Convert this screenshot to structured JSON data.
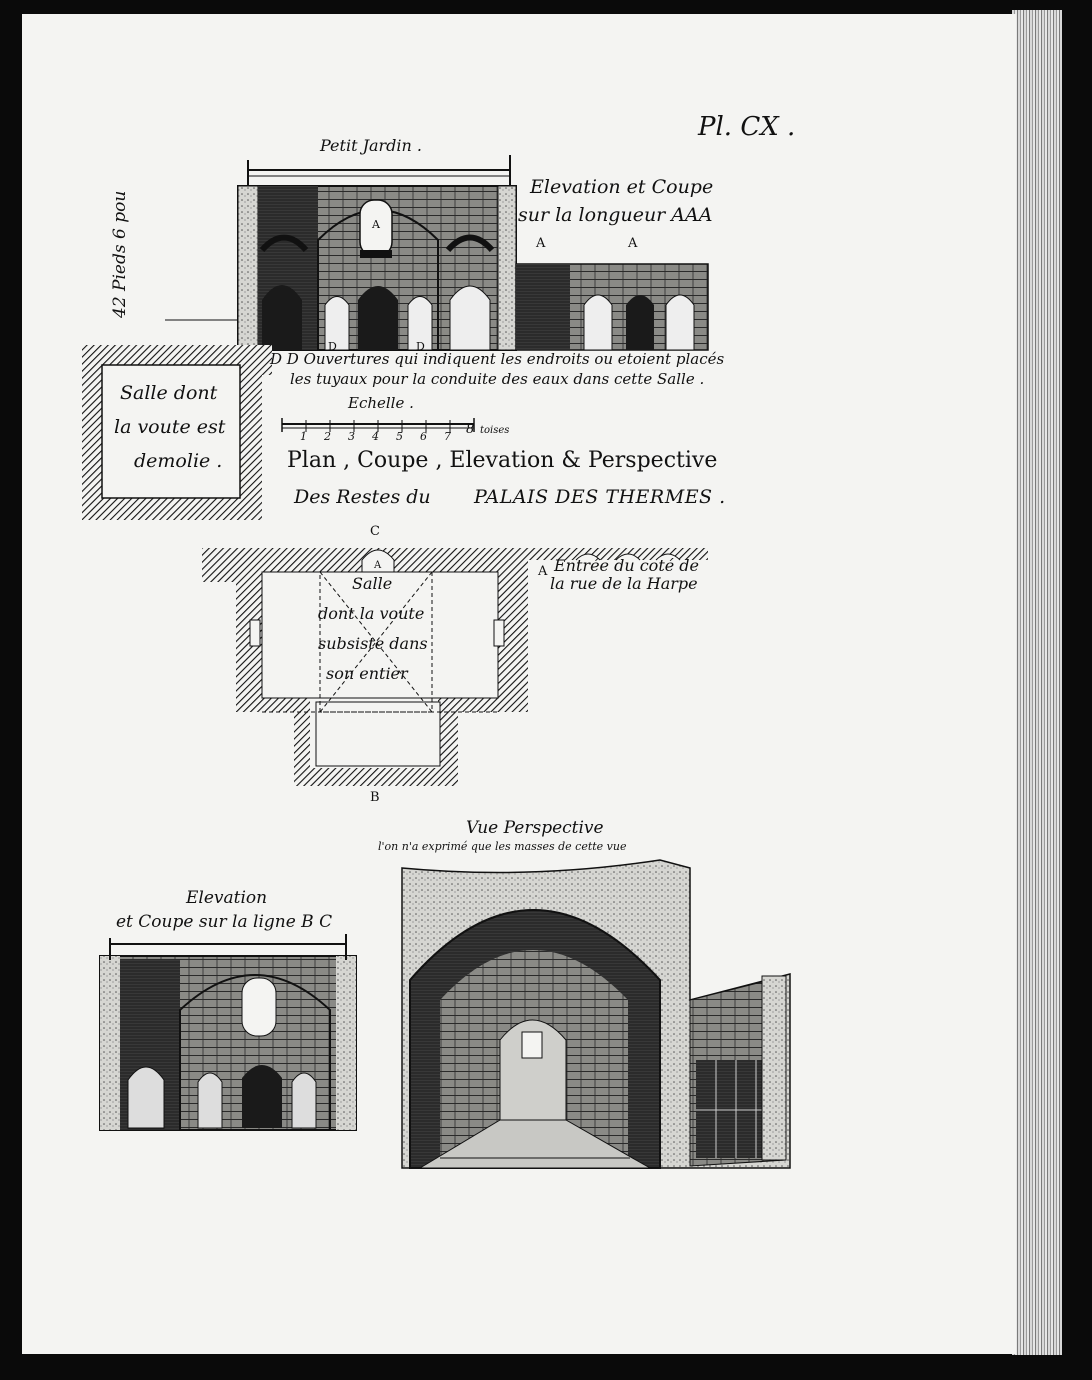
{
  "plate_number": "Pl. CX .",
  "height_note": "42 Pieds 6 pou",
  "top_elevation": {
    "title_above": "Petit Jardin .",
    "caption_line1": "Elevation et Coupe",
    "caption_line2": "sur la longueur AAA",
    "marker_a_window": "A",
    "marker_a1": "A",
    "marker_a2": "A",
    "marker_d1": "D",
    "marker_d2": "D"
  },
  "demolished_room": {
    "line1": "Salle dont",
    "line2": "la voute est",
    "line3": "demolie ."
  },
  "dd_note": {
    "line1": "D D  Ouvertures qui indiquent les endroits ou etoient placés",
    "line2": "les tuyaux pour la conduite des eaux dans cette Salle ."
  },
  "scale": {
    "label": "Echelle .",
    "ticks": [
      "1",
      "2",
      "3",
      "4",
      "5",
      "6",
      "7",
      "8"
    ],
    "unit": "toises"
  },
  "main_title": {
    "line1": "Plan , Coupe , Elevation & Perspective",
    "line2_prefix": "Des Restes du",
    "line2_emph": "PALAIS DES THERMES ."
  },
  "plan": {
    "marker_c": "C",
    "marker_a_top": "A",
    "marker_b": "B",
    "room_line1": "Salle",
    "room_line2": "dont la voute",
    "room_line3": "subsiste dans",
    "room_line4": "son entier",
    "entrance_marker": "A",
    "entrance_line1": "Entrée du coté de",
    "entrance_line2": "la rue de la Harpe"
  },
  "perspective": {
    "title": "Vue Perspective",
    "subtitle": "l'on n'a exprimé que les masses de cette vue"
  },
  "side_elevation": {
    "line1": "Elevation",
    "line2": "et Coupe sur la ligne B C"
  }
}
